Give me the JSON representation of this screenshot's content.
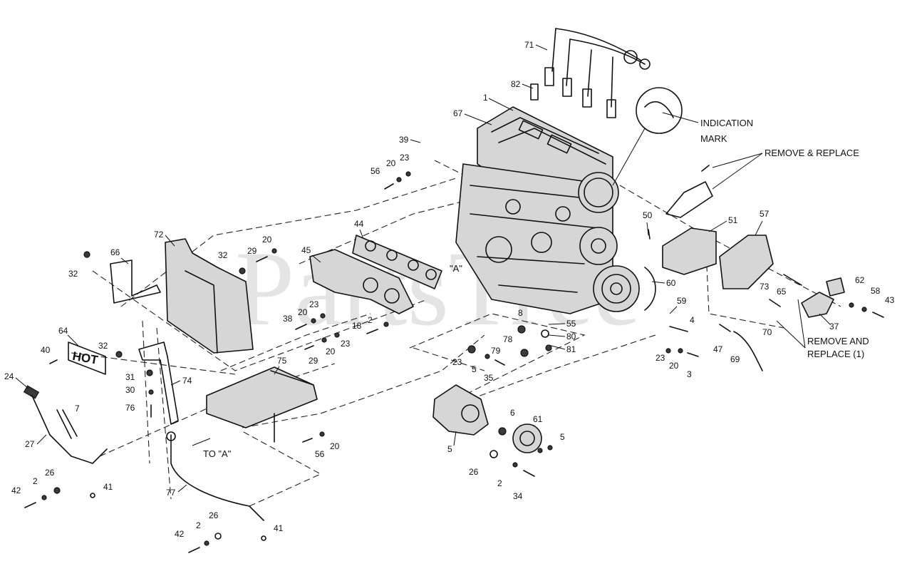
{
  "watermark": "PartsTree",
  "annotations": {
    "indication_mark": [
      "INDICATION",
      "MARK"
    ],
    "remove_replace": "REMOVE & REPLACE",
    "remove_and_replace_1": [
      "REMOVE AND",
      "REPLACE (1)"
    ],
    "ref_a": "\"A\"",
    "to_a": "TO \"A\"",
    "hot_label": "HOT"
  },
  "callouts": {
    "c71": "71",
    "c82": "82",
    "c1": "1",
    "c67": "67",
    "c39": "39",
    "c20a": "20",
    "c23a": "23",
    "c56a": "56",
    "c50": "50",
    "c51": "51",
    "c57": "57",
    "c44": "44",
    "c72": "72",
    "c66": "66",
    "c32a": "32",
    "c32b": "32",
    "c29a": "29",
    "c20b": "20",
    "c45": "45",
    "c32c": "32",
    "c64": "64",
    "c40": "40",
    "c38": "38",
    "c20c": "20",
    "c23b": "23",
    "c2a": "2",
    "c18": "18",
    "c29b": "29",
    "c20d": "20",
    "c23c": "23",
    "c8": "8",
    "c55": "55",
    "c78": "78",
    "c80": "80",
    "c79": "79",
    "c81": "81",
    "c23d": "23",
    "c5a": "5",
    "c35": "35",
    "c60": "60",
    "c59": "59",
    "c4": "4",
    "c23e": "23",
    "c20e": "20",
    "c3": "3",
    "c73": "73",
    "c65": "65",
    "c47": "47",
    "c69": "69",
    "c70": "70",
    "c62": "62",
    "c58": "58",
    "c43": "43",
    "c37": "37",
    "c24": "24",
    "c31": "31",
    "c30": "30",
    "c76": "76",
    "c74": "74",
    "c75": "75",
    "c7": "7",
    "c27": "27",
    "c5b": "5",
    "c6": "6",
    "c61": "61",
    "c5c": "5",
    "c26a": "26",
    "c2b": "2",
    "c34": "34",
    "c56b": "56",
    "c20f": "20",
    "c42a": "42",
    "c2c": "2",
    "c26b": "26",
    "c41a": "41",
    "c77": "77",
    "c42b": "42",
    "c2d": "2",
    "c26c": "26",
    "c41b": "41"
  }
}
